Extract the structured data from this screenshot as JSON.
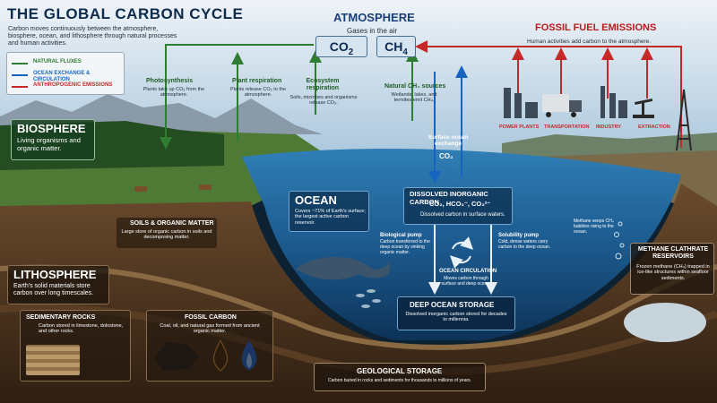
{
  "title": "THE GLOBAL CARBON CYCLE",
  "intro": "Carbon moves continuously between the atmosphere, biosphere, ocean, and lithosphere through natural processes and human activities.",
  "legend": [
    {
      "label": "NATURAL FLUXES",
      "color": "#2e7d32"
    },
    {
      "label": "OCEAN EXCHANGE & CIRCULATION",
      "color": "#1565c0"
    },
    {
      "label": "ANTHROPOGENIC EMISSIONS",
      "color": "#c62828"
    }
  ],
  "atmosphere": {
    "title": "ATMOSPHERE",
    "subtitle": "Gases in the air",
    "gas1_main": "CO",
    "gas1_sub": "2",
    "gas2_main": "CH",
    "gas2_sub": "4"
  },
  "fossil": {
    "title": "FOSSIL FUEL EMISSIONS",
    "desc": "Human activities add carbon to the atmosphere.",
    "sources": [
      "POWER PLANTS",
      "TRANSPORTATION",
      "INDUSTRY",
      "EXTRACTION"
    ]
  },
  "processes": {
    "photosynthesis": {
      "title": "Photosynthesis",
      "desc": "Plants take up CO₂ from the atmosphere."
    },
    "plant_respiration": {
      "title": "Plant respiration",
      "desc": "Plants release CO₂ to the atmosphere."
    },
    "ecosystem_respiration": {
      "title": "Ecosystem respiration",
      "desc": "Soils, microbes and organisms release CO₂."
    },
    "natural_ch4": {
      "title": "Natural CH₄ sources",
      "desc": "Wetlands, lakes, and termites emit CH₄."
    },
    "surface_exchange": {
      "title": "Surface ocean exchange",
      "gas": "CO₂"
    }
  },
  "biosphere": {
    "title": "BIOSPHERE",
    "desc": "Living organisms and organic matter."
  },
  "soils": {
    "title": "SOILS & ORGANIC MATTER",
    "desc": "Large store of organic carbon in soils and decomposing matter."
  },
  "lithosphere": {
    "title": "LITHOSPHERE",
    "desc": "Earth's solid materials store carbon over long timescales."
  },
  "sedimentary": {
    "title": "SEDIMENTARY ROCKS",
    "desc": "Carbon stored in limestone, dolostone, and other rocks."
  },
  "fossil_carbon": {
    "title": "FOSSIL CARBON",
    "desc": "Coal, oil, and natural gas formed from ancient organic matter."
  },
  "ocean": {
    "title": "OCEAN",
    "desc": "Covers ~71% of Earth's surface; the largest active carbon reservoir."
  },
  "dic": {
    "title": "DISSOLVED INORGANIC CARBON",
    "formula": "CO₂, HCO₃⁻, CO₃²⁻",
    "desc": "Dissolved carbon in surface waters."
  },
  "biological_pump": {
    "title": "Biological pump",
    "desc": "Carbon transferred to the deep ocean by sinking organic matter."
  },
  "solubility_pump": {
    "title": "Solubility pump",
    "desc": "Cold, dense waters carry carbon to the deep ocean."
  },
  "circulation": {
    "title": "OCEAN CIRCULATION",
    "desc": "Moves carbon through surface and deep ocean."
  },
  "deep_ocean": {
    "title": "DEEP OCEAN STORAGE",
    "desc": "Dissolved inorganic carbon stored for decades to millennia."
  },
  "methane_seeps": {
    "desc": "Methane seeps CH₄ bubbles rising to the ocean."
  },
  "clathrate": {
    "title": "METHANE CLATHRATE RESERVOIRS",
    "desc": "Frozen methane (CH₄) trapped in ice-like structures within seafloor sediments."
  },
  "geological": {
    "title": "GEOLOGICAL STORAGE",
    "desc": "Carbon buried in rocks and sediments for thousands to millions of years."
  }
}
